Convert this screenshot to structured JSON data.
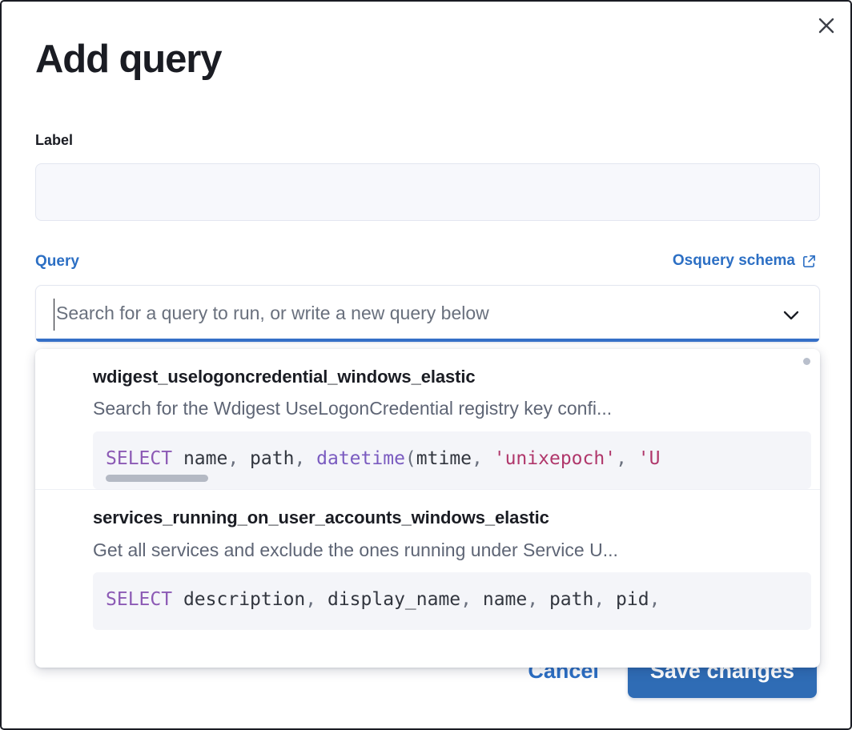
{
  "modal": {
    "title": "Add query",
    "close_icon": "close-icon"
  },
  "label_field": {
    "heading": "Label",
    "value": "",
    "placeholder": ""
  },
  "query_section": {
    "link_label": "Query",
    "schema_link_label": "Osquery schema",
    "schema_external_icon": "external-link-icon"
  },
  "combo": {
    "placeholder": "Search for a query to run, or write a new query below",
    "value": "",
    "chevron_icon": "chevron-down-icon"
  },
  "dropdown": {
    "options": [
      {
        "title": "wdigest_uselogoncredential_windows_elastic",
        "description": "Search for the Wdigest UseLogonCredential registry key confi...",
        "code_tokens": [
          {
            "t": "SELECT",
            "c": "tok-kw"
          },
          {
            "t": " ",
            "c": "tok-pn"
          },
          {
            "t": "name",
            "c": "tok-id"
          },
          {
            "t": ", ",
            "c": "tok-pn"
          },
          {
            "t": "path",
            "c": "tok-id"
          },
          {
            "t": ", ",
            "c": "tok-pn"
          },
          {
            "t": "datetime",
            "c": "tok-fn"
          },
          {
            "t": "(",
            "c": "tok-pn"
          },
          {
            "t": "mtime",
            "c": "tok-id"
          },
          {
            "t": ", ",
            "c": "tok-pn"
          },
          {
            "t": "'unixepoch'",
            "c": "tok-str"
          },
          {
            "t": ", ",
            "c": "tok-pn"
          },
          {
            "t": "'U",
            "c": "tok-str"
          }
        ],
        "has_scrollbar": true
      },
      {
        "title": "services_running_on_user_accounts_windows_elastic",
        "description": "Get all services and exclude the ones running under Service U...",
        "code_tokens": [
          {
            "t": "SELECT",
            "c": "tok-kw"
          },
          {
            "t": " ",
            "c": "tok-pn"
          },
          {
            "t": "description",
            "c": "tok-id"
          },
          {
            "t": ", ",
            "c": "tok-pn"
          },
          {
            "t": "display_name",
            "c": "tok-id"
          },
          {
            "t": ", ",
            "c": "tok-pn"
          },
          {
            "t": "name",
            "c": "tok-id"
          },
          {
            "t": ", ",
            "c": "tok-pn"
          },
          {
            "t": "path",
            "c": "tok-id"
          },
          {
            "t": ", ",
            "c": "tok-pn"
          },
          {
            "t": "pid",
            "c": "tok-id"
          },
          {
            "t": ",",
            "c": "tok-pn"
          }
        ],
        "has_scrollbar": false
      }
    ]
  },
  "footer": {
    "cancel_label": "Cancel",
    "save_label": "Save changes"
  },
  "colors": {
    "accent_blue": "#2c6fc4",
    "button_blue": "#2f6cb5",
    "focus_underline": "#356fc7",
    "text_dark": "#1a1c23",
    "text_muted": "#5e6575",
    "code_bg": "#f4f5f9"
  }
}
